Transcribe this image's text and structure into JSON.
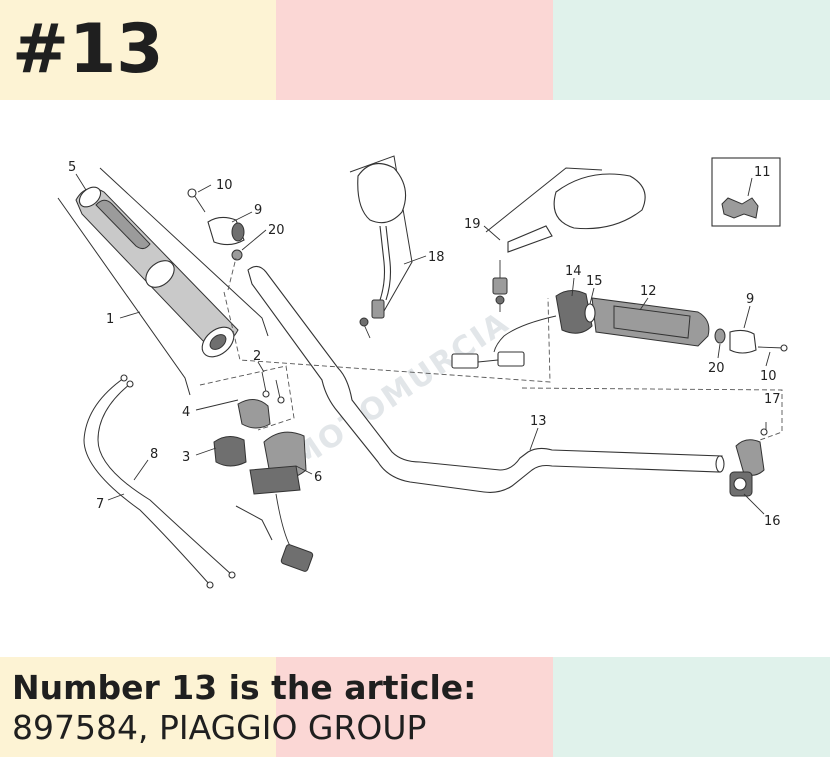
{
  "badge": {
    "text": "#13"
  },
  "caption": {
    "line1": "Number 13 is the article:",
    "line2": "897584, PIAGGIO GROUP"
  },
  "watermark": {
    "text": "MOTOMURCIA"
  },
  "diagram": {
    "labels": [
      "5",
      "10",
      "9",
      "20",
      "1",
      "2",
      "4",
      "3",
      "6",
      "8",
      "7",
      "18",
      "19",
      "11",
      "14",
      "15",
      "12",
      "9",
      "20",
      "10",
      "17",
      "13",
      "16"
    ]
  },
  "colors": {
    "band_yellow": "#fdf3d4",
    "band_pink": "#fbd7d5",
    "band_mint": "#e0f2eb",
    "text": "#1f1f1f"
  }
}
